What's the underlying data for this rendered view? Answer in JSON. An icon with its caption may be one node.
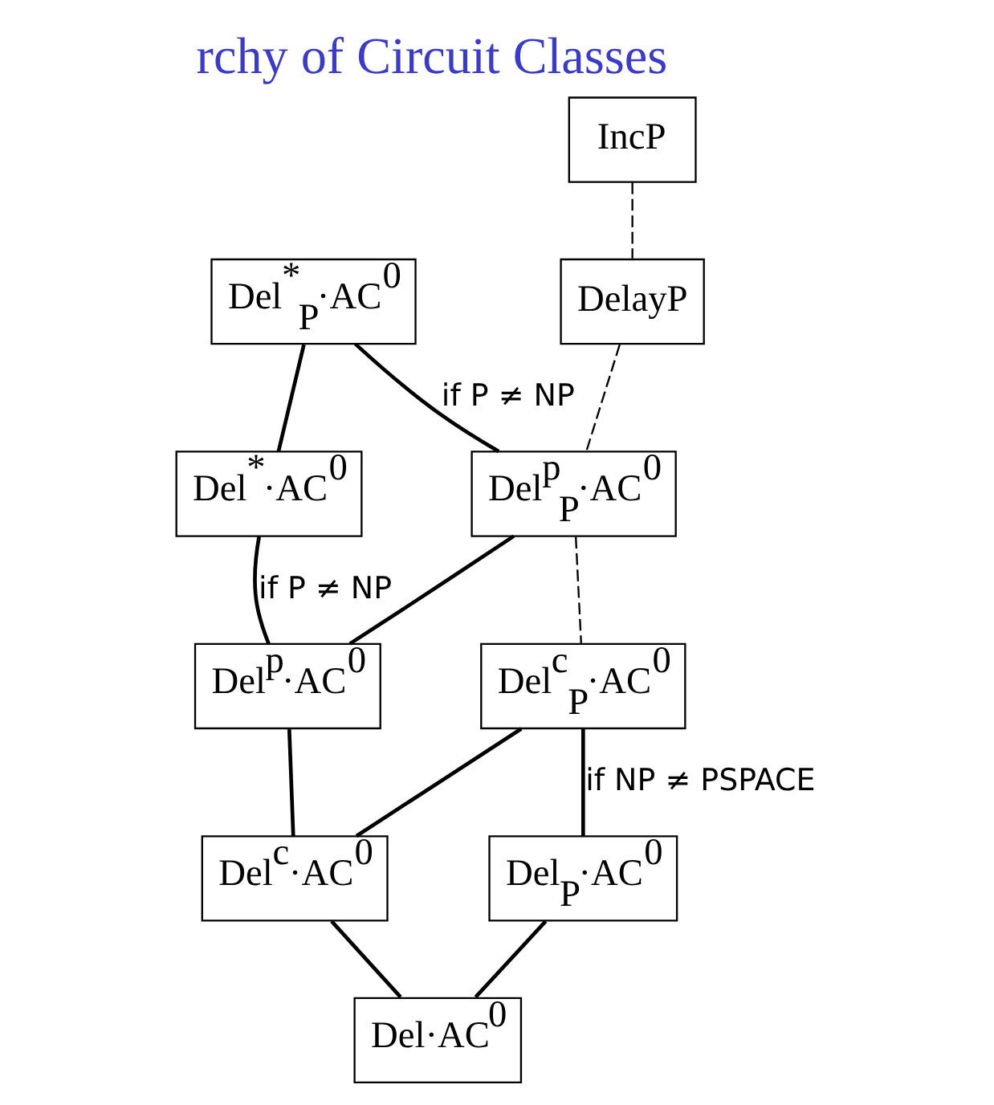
{
  "diagram": {
    "title": "rchy of Circuit Classes",
    "nodes": [
      {
        "text": [
          "IncP"
        ]
      },
      {
        "text": [
          "DelayP"
        ]
      },
      {
        "text": [
          "Del$^{*}$$_{P}$·AC$^{0}$"
        ]
      },
      {
        "text": [
          "Del$^{*}$·AC$^{0}$"
        ]
      },
      {
        "text": [
          "Del$^{p}$$_{P}$·AC$^{0}$"
        ]
      },
      {
        "text": [
          "Del$^{p}$·AC$^{0}$"
        ]
      },
      {
        "text": [
          "Del$^{c}$$_{P}$·AC$^{0}$"
        ]
      },
      {
        "text": [
          "Del$^{c}$·AC$^{0}$"
        ]
      },
      {
        "text": [
          "Del$_{P}$·AC$^{0}$"
        ]
      },
      {
        "text": [
          "Del·AC$^{0}$"
        ]
      }
    ],
    "edges": [
      {
        "from": 0,
        "to": 1,
        "arrow": "none",
        "style": "dashed"
      },
      {
        "from": 1,
        "to": 4,
        "arrow": "none",
        "style": "dashed"
      },
      {
        "from": 2,
        "to": 3,
        "arrow": "none"
      },
      {
        "from": 2,
        "to": 4,
        "arrow": "none",
        "label": "if P ≠ NP"
      },
      {
        "from": 3,
        "to": 5,
        "arrow": "none",
        "label": "if P ≠ NP"
      },
      {
        "from": 4,
        "to": 5,
        "arrow": "none"
      },
      {
        "from": 4,
        "to": 6,
        "arrow": "none",
        "style": "dashed"
      },
      {
        "from": 5,
        "to": 7,
        "arrow": "none"
      },
      {
        "from": 6,
        "to": 7,
        "arrow": "none"
      },
      {
        "from": 6,
        "to": 8,
        "arrow": "none",
        "label": "if NP ≠ PSPACE"
      },
      {
        "from": 7,
        "to": 9,
        "arrow": "none"
      },
      {
        "from": 8,
        "to": 9,
        "arrow": "none"
      }
    ]
  }
}
